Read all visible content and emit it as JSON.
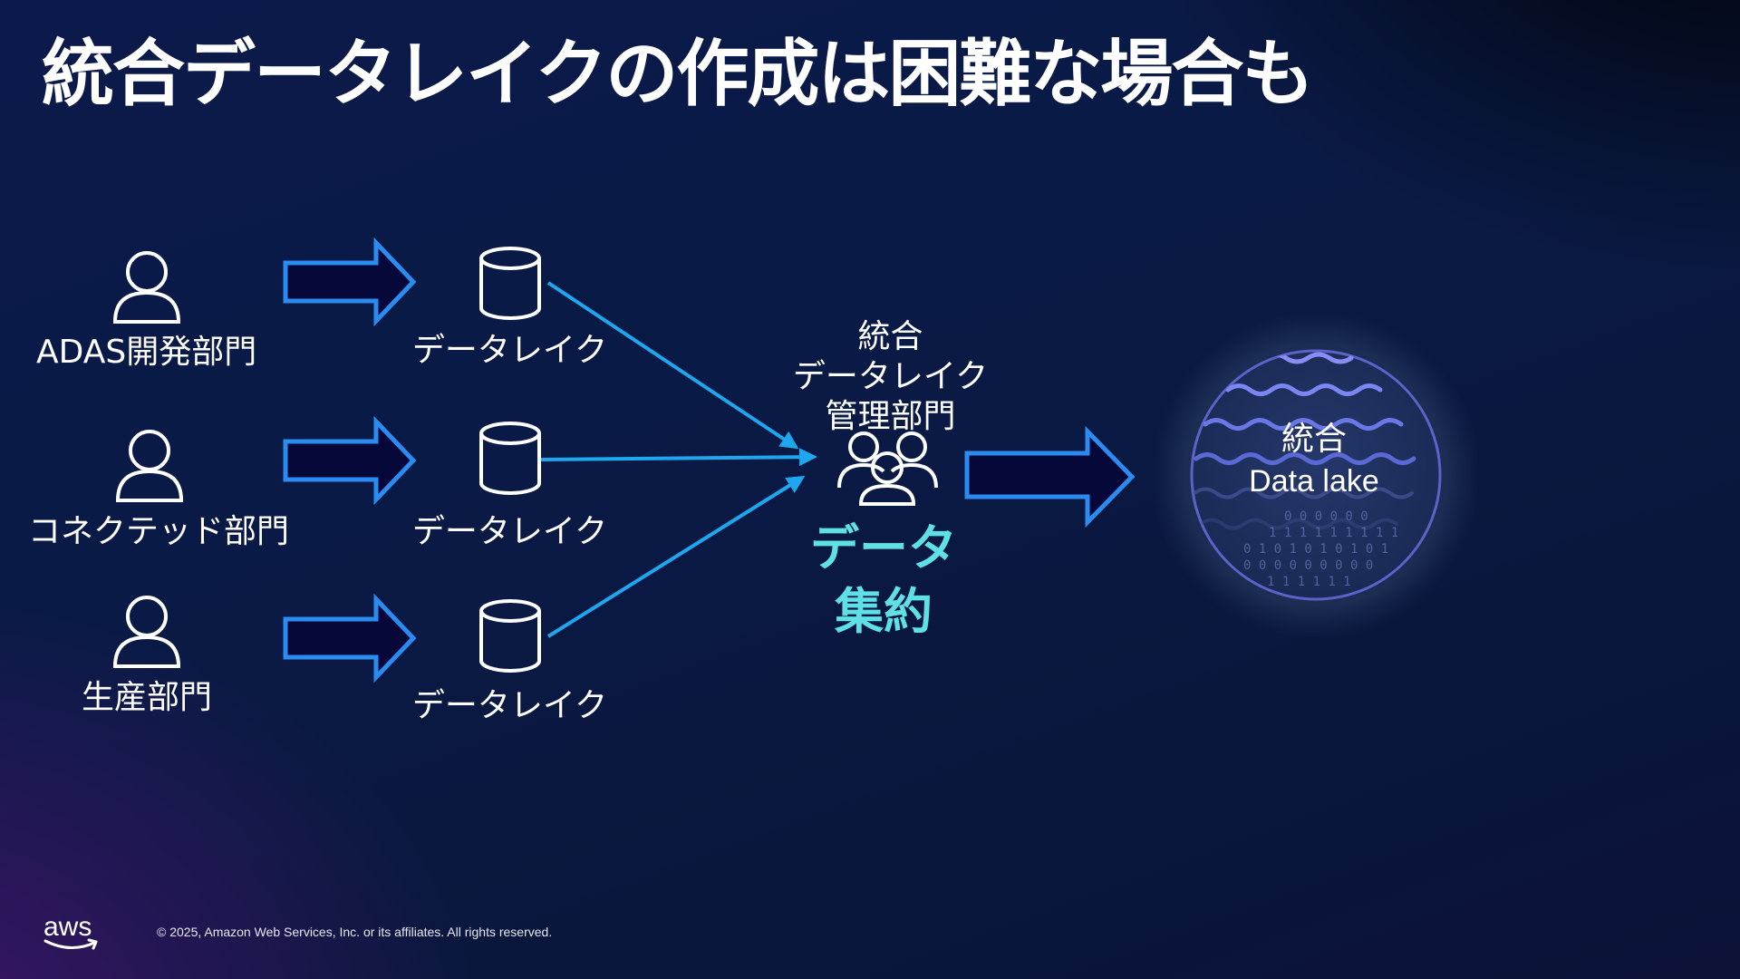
{
  "slide": {
    "title": "統合データレイクの作成は困難な場合も"
  },
  "departments": [
    {
      "name": "ADAS開発部門",
      "lake_label": "データレイク"
    },
    {
      "name": "コネクテッド部門",
      "lake_label": "データレイク"
    },
    {
      "name": "生産部門",
      "lake_label": "データレイク"
    }
  ],
  "hub": {
    "lines": [
      "統合",
      "データレイク",
      "管理部門"
    ],
    "aggregation_lines": [
      "データ",
      "集約"
    ]
  },
  "integrated_lake": {
    "line1": "統合",
    "line2": "Data lake",
    "binary_rows": [
      "0  0   0 0 0   0",
      "1   1 1 1 1 1 1 1 1",
      "0 1 0 1 0 1 0 1 0 1",
      "0 0 0 0 0 0 0 0 0",
      "1 1 1 1 1 1"
    ]
  },
  "footer": {
    "logo_text": "aws",
    "copyright": "© 2025, Amazon Web Services, Inc. or its affiliates. All rights reserved."
  },
  "colors": {
    "arrow_fill": "#06083a",
    "arrow_stroke": "#2a8cf0",
    "connector": "#1ea6ee",
    "accent_text": "#5ee0e6"
  },
  "icons": {
    "department": "user-icon",
    "lake": "database-icon",
    "hub": "users-group-icon"
  }
}
